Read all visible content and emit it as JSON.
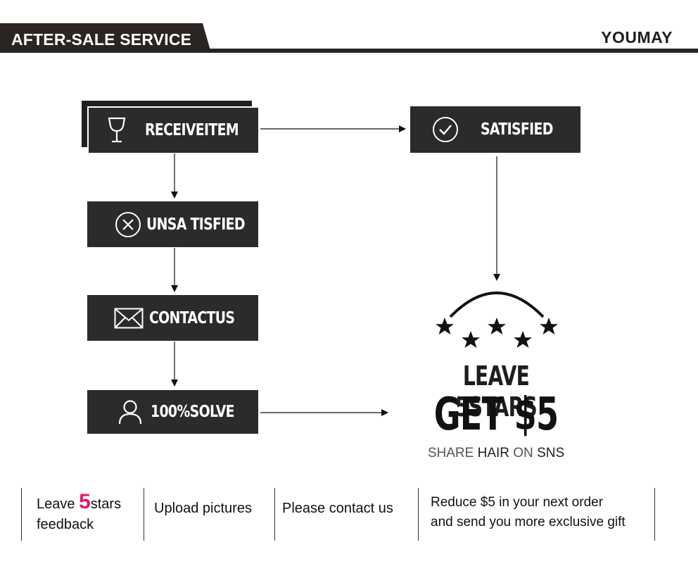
{
  "header": {
    "section_title": "AFTER-SALE SERVICE",
    "brand": "YOUMAY"
  },
  "flow": {
    "receive_item": "RECEIVEITEM",
    "unsatisfied": "UNSA TISFIED",
    "contact_us": "CONTACTUS",
    "solve": "100%SOLVE",
    "satisfied": "SATISFIED"
  },
  "reward": {
    "line1": "LEAVE 5STARS",
    "line2": "GET $5",
    "line3_part1": "SHARE ",
    "line3_part2": "HAIR",
    "line3_part3": " ON ",
    "line3_part4": "SNS"
  },
  "bottom": {
    "cell1_a": "Leave ",
    "cell1_num": "5",
    "cell1_b": "stars",
    "cell1_c": "feedback",
    "cell2": "Upload pictures",
    "cell3": "Please contact us",
    "cell4_a": "Reduce $5 in your next order",
    "cell4_b": "and send you more exclusive gift"
  },
  "colors": {
    "box": "#2b2b2b",
    "accent": "#e8176b"
  }
}
